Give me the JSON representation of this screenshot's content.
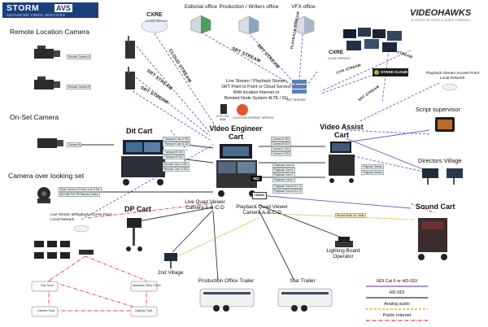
{
  "brand": {
    "storm_name": "STORM",
    "storm_suffix": "AVS",
    "storm_tagline": "ADVANCED VIDEO SERVICES",
    "videohawks_name": "VIDEOHAWKS",
    "videohawks_tagline": "A CREATIVE VIDEO & AUDIO COMPANY"
  },
  "offices": {
    "cxre_top": "CXRE",
    "cxre_top_sub": "CLOUD SERVICE",
    "editorial": "Editorial office",
    "production": "Production / Writers office",
    "vfx": "VFX office",
    "cxre_mid": "CXRE",
    "cxre_mid_sub": "CLOUD SERVICE",
    "srt_server": "SRT SERVER",
    "otake": "OTAKE CLOUD"
  },
  "sources": {
    "remote_camera_title": "Remote Location Camera",
    "remote_cam_a": "Remote Camera A",
    "remote_cam_b": "Remote Camera B",
    "onset_title": "On-Set Camera",
    "onset_cam_b": "Camera B",
    "overlook_title": "Camera over looking  set",
    "overlook_note1": "Wide Camera Of Over Look of Set",
    "overlook_note2": "NDI with Pan Tilt Remote Control",
    "ap_left1": "Live Stream &Playback Access Point",
    "ap_left2": "Local Network"
  },
  "streams": {
    "cloud_stream": "CLOUD STREAM",
    "srt_stream_1": "SRT STREAM",
    "srt_stream_2": "SRT STREAM",
    "srt_stream_3": "SRT STREAM",
    "srt_stream_4": "SRT STREAM",
    "playback_stream": "PLAYBACK STREAM",
    "cloud_stream_right": "CLOUD STREAM",
    "live_stream_right": "LIVE STREAM",
    "srt_stream_right": "SRT STREAM",
    "live_stream_desc": [
      "Live Stream / Playback Stream",
      "SRT Point to Point or Cloud Service",
      "With location Internet or",
      "Bonded Node System 4LTE / 5G"
    ],
    "lte_label": "4LTE / 5G",
    "lte_sub": "Node",
    "location_internet": "LOCATION INTERNET SERVICE"
  },
  "carts": {
    "dit_cart": "Dit Cart",
    "dp_cart": "DP Cart",
    "veng_cart_1": "Video Engineer",
    "veng_cart_2": "Cart",
    "vassist_1": "Video Assist",
    "vassist_2": "Cart",
    "ndi_label": "NDI",
    "hdsdi_label": "HDSDI"
  },
  "dit_tags": [
    "Transport Cam A SDI",
    "Transport Cam B SDI",
    "Transport B SDI",
    "Transport B SDI",
    "Remote Cam. A SDI",
    "Remote Cam. B SDI"
  ],
  "veng_tags": [
    "Camera A SDI",
    "Camera B SDI",
    "Camera C SDI",
    "Camera D SDI"
  ],
  "veng_tags2": [
    "Playback Cam A",
    "Playback Cam B",
    "Playback Cam C",
    "Playback Cam D",
    "Playback Cam A-B-C-D",
    "Playback Cam A-B-C-D"
  ],
  "vassist_tags": [
    "Playback Stream",
    "Playback Stream"
  ],
  "sound_tag": "Record Audio Lin. Audio",
  "quad": {
    "live_1": "Live Quad Viewer",
    "live_2": "Camera A-B-C-D",
    "pb_1": "Playback Quad Viewer",
    "pb_2": "Camera A-B-C-D"
  },
  "right": {
    "ap_right1": "Playback Stream Access Point",
    "ap_right2": "Local Network",
    "script": "Script supervisor",
    "directors": "Directors Village",
    "sound": "Sound Cart",
    "lighting_1": "Lighting Board",
    "lighting_2": "Operator"
  },
  "bottom": {
    "second_village": "2nd Village",
    "prod_trailer": "Production Office Trailer",
    "star_trailer": "Star Trailer",
    "van_1": "Grip Truck",
    "van_2": "Wardrobe Office Trailer",
    "van_3": "Camera Truck",
    "van_4": "Lighting Truck"
  },
  "legend": {
    "ndi": "NDI Cat 6 or HD-SDI",
    "hdsdi": "HD-SDI",
    "analog": "Analog audio",
    "internet": "Public Internet"
  },
  "colors": {
    "brand_blue": "#1b3f7a",
    "ndi_line": "#7f52c2",
    "hdsdi_line": "#333333",
    "analog_line": "#d9a400",
    "internet_line": "#d4325a",
    "stream_line": "#6b4fb0"
  }
}
